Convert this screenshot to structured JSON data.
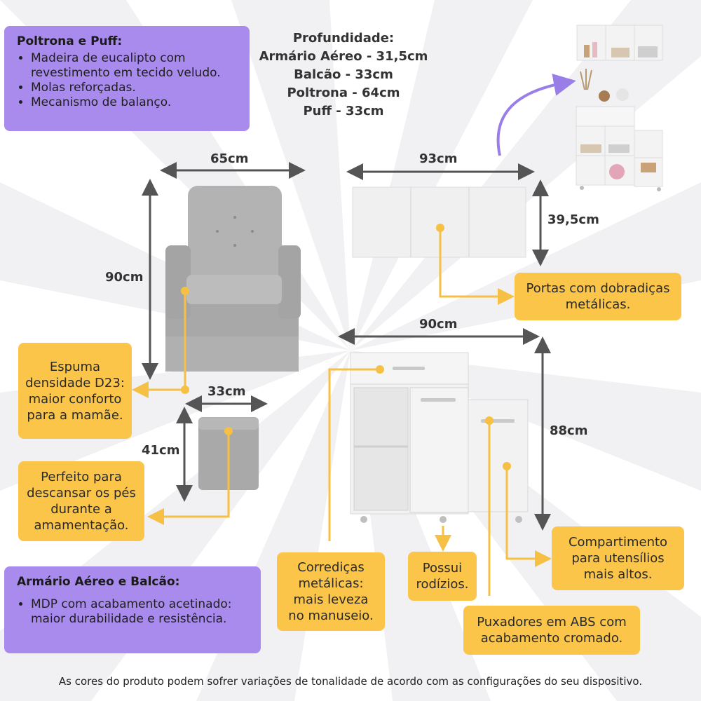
{
  "colors": {
    "purple_box": "#a98bee",
    "orange_box": "#fbc54a",
    "arrow": "#f5c043",
    "dim_arrow": "#555555",
    "furniture_gray": "#a9a9a9",
    "cabinet_white": "#f2f2f2",
    "curve_arrow": "#9a7ee8"
  },
  "poltrona_box": {
    "title": "Poltrona e Puff:",
    "items": [
      "Madeira de eucalipto com revestimento em tecido veludo.",
      "Molas reforçadas.",
      "Mecanismo de balanço."
    ]
  },
  "depth": {
    "title": "Profundidade:",
    "lines": [
      "Armário Aéreo - 31,5cm",
      "Balcão - 33cm",
      "Poltrona - 64cm",
      "Puff - 33cm"
    ]
  },
  "dimensions": {
    "armchair_width": "65cm",
    "armchair_height": "90cm",
    "wall_cabinet_width": "93cm",
    "wall_cabinet_height": "39,5cm",
    "counter_width": "90cm",
    "counter_height": "88cm",
    "puff_width": "33cm",
    "puff_height": "41cm"
  },
  "callouts": {
    "doors": "Portas com dobradiças metálicas.",
    "foam": "Espuma densidade D23: maior conforto para a mamãe.",
    "puff": "Perfeito para descansar os pés durante a amamentação.",
    "slides": "Corrediças metálicas: mais leveza no manuseio.",
    "wheels": "Possui rodízios.",
    "compartment": "Compartimento para utensílios mais altos.",
    "handles": "Puxadores em ABS com acabamento cromado."
  },
  "material_box": {
    "title": "Armário Aéreo e Balcão:",
    "items": [
      "MDP com acabamento acetinado: maior durabilidade e resistência."
    ]
  },
  "footer": "As cores do produto podem sofrer variações de tonalidade de acordo com as configurações do seu dispositivo."
}
